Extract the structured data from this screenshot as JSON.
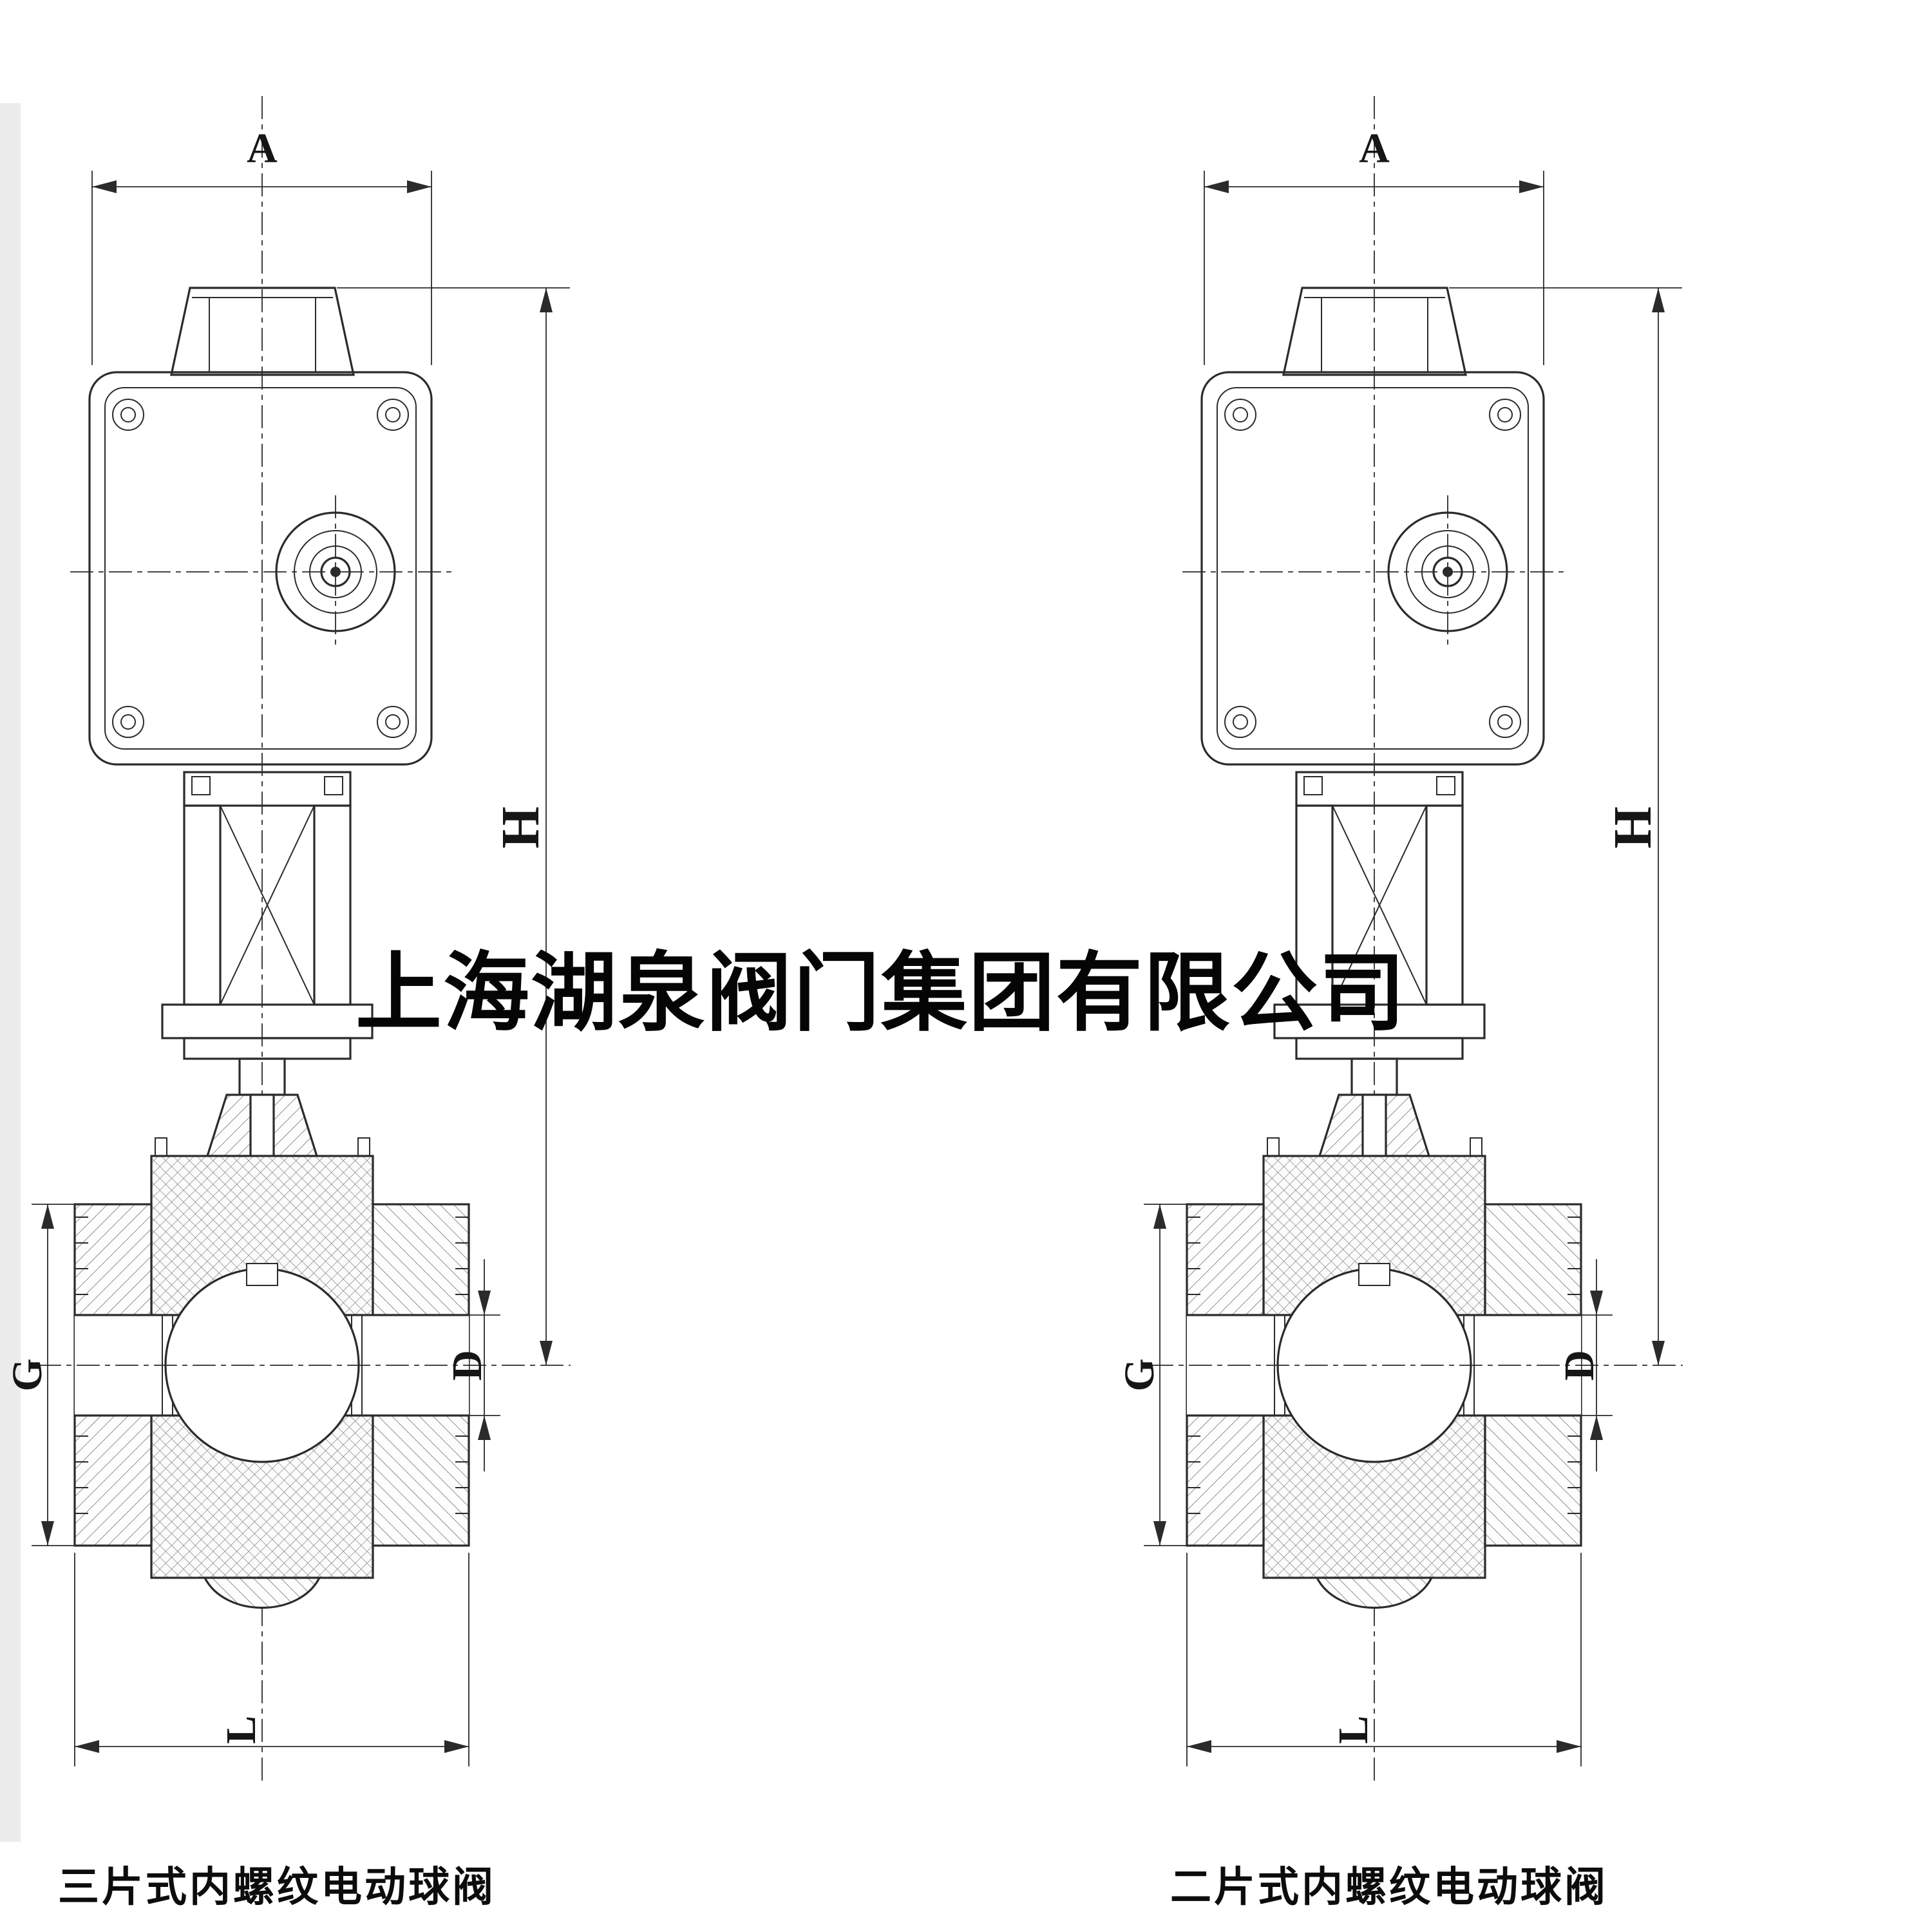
{
  "watermark": {
    "text": "上海湖泉阀门集团有限公司"
  },
  "left_valve": {
    "caption": "三片式内螺纹电动球阀",
    "dims": {
      "width_top": "A",
      "height": "H",
      "thread_left": "G",
      "bore_right": "D",
      "length_bottom": "L"
    }
  },
  "right_valve": {
    "caption": "二片式内螺纹电动球阀",
    "dims": {
      "width_top": "A",
      "height": "H",
      "thread_left": "G",
      "bore_right": "D",
      "length_bottom": "L"
    }
  },
  "colors": {
    "background": "#ffffff",
    "line": "#2b2b2b",
    "hatch": "#6b6b6b",
    "text": "#0a0a0a"
  }
}
